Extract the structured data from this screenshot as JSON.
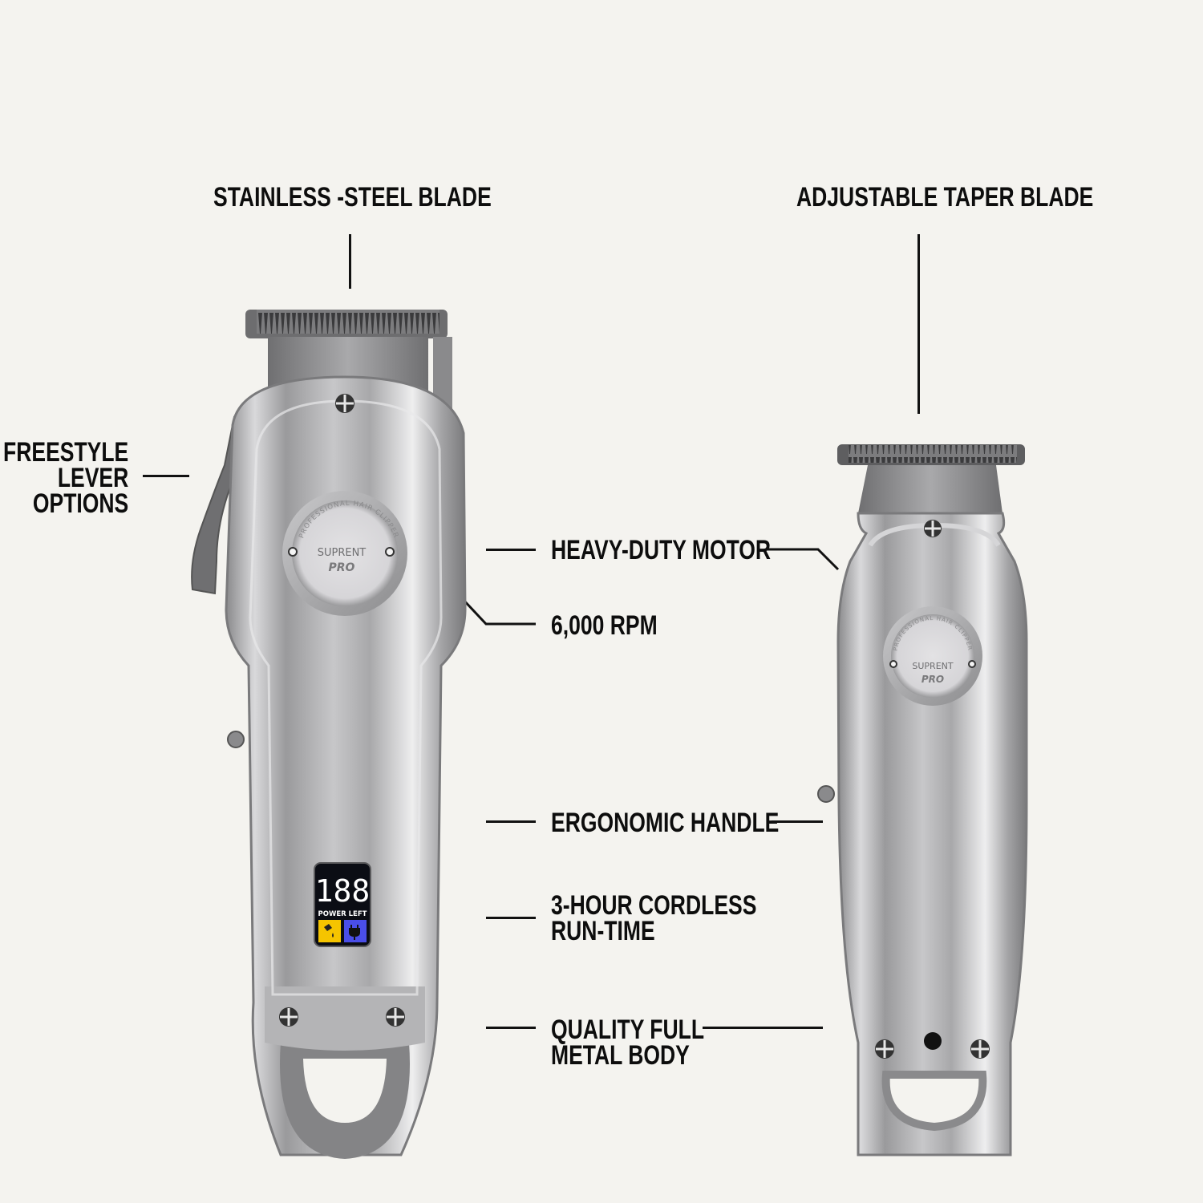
{
  "background_color": "#f4f3ef",
  "callouts": {
    "blade_clipper": "STAINLESS -STEEL BLADE",
    "blade_trimmer": "ADJUSTABLE TAPER BLADE",
    "lever": [
      "FREESTYLE",
      "LEVER",
      "OPTIONS"
    ],
    "motor": "HEAVY-DUTY MOTOR",
    "rpm": "6,000 RPM",
    "handle": "ERGONOMIC HANDLE",
    "runtime": [
      "3-HOUR CORDLESS",
      "RUN-TIME"
    ],
    "body": [
      "QUALITY FULL",
      "METAL BODY"
    ]
  },
  "products": {
    "clipper": {
      "badge_arc_text": "PROFESSIONAL HAIR CLIPPER",
      "brand": "SUPRENT",
      "model": "PRO",
      "display": {
        "digits": "188",
        "caption": "POWER LEFT",
        "left_icon": "oil-drop-icon",
        "left_icon_color": "#f5c400",
        "right_icon": "plug-icon",
        "right_icon_color": "#4a4ee8"
      }
    },
    "trimmer": {
      "badge_arc_text": "PROFESSIONAL HAIR CLIPPER",
      "brand": "SUPRENT",
      "model": "PRO"
    }
  }
}
